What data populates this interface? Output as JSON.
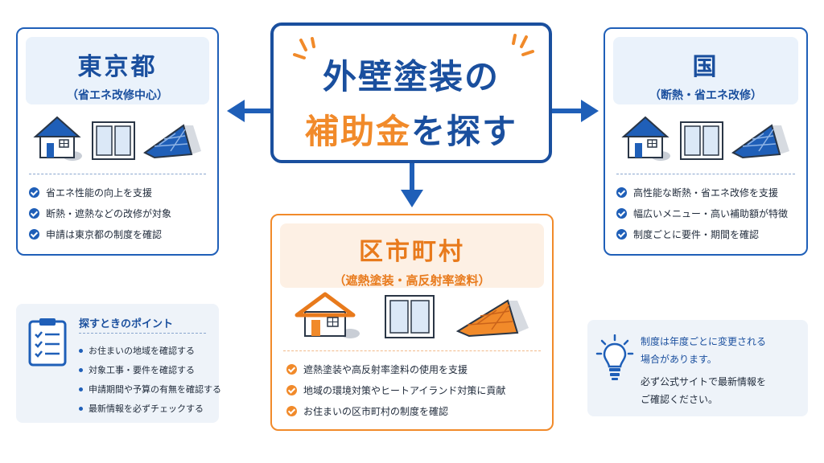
{
  "center": {
    "line1": "外壁塗装の",
    "line2_highlight": "補助金",
    "line2_rest": "を探す"
  },
  "tokyo": {
    "title": "東京都",
    "subtitle": "（省エネ改修中心）",
    "items": [
      "省エネ性能の向上を支援",
      "断熱・遮熱などの改修が対象",
      "申請は東京都の制度を確認"
    ]
  },
  "national": {
    "title": "国",
    "subtitle": "（断熱・省エネ改修）",
    "items": [
      "高性能な断熱・省エネ改修を支援",
      "幅広いメニュー・高い補助額が特徴",
      "制度ごとに要件・期間を確認"
    ]
  },
  "city": {
    "title": "区市町村",
    "subtitle": "（遮熱塗装・高反射率塗料）",
    "items": [
      "遮熱塗装や高反射率塗料の使用を支援",
      "地域の環境対策やヒートアイランド対策に貢献",
      "お住まいの区市町村の制度を確認"
    ]
  },
  "tips": {
    "title": "探すときのポイント",
    "items": [
      "お住まいの地域を確認する",
      "対象工事・要件を確認する",
      "申請期間や予算の有無を確認する",
      "最新情報を必ずチェックする"
    ]
  },
  "note": {
    "line1": "制度は年度ごとに変更される",
    "line2": "場合があります。",
    "line3": "必ず公式サイトで最新情報を",
    "line4": "ご確認ください。"
  },
  "colors": {
    "navy": "#1a4f9e",
    "blue": "#1f5fb8",
    "orange": "#f18a2a",
    "panel": "#eef3f9"
  },
  "icons": [
    "house-icon",
    "window-icon",
    "roof-icon",
    "clipboard-icon",
    "lightbulb-icon",
    "check-icon"
  ]
}
